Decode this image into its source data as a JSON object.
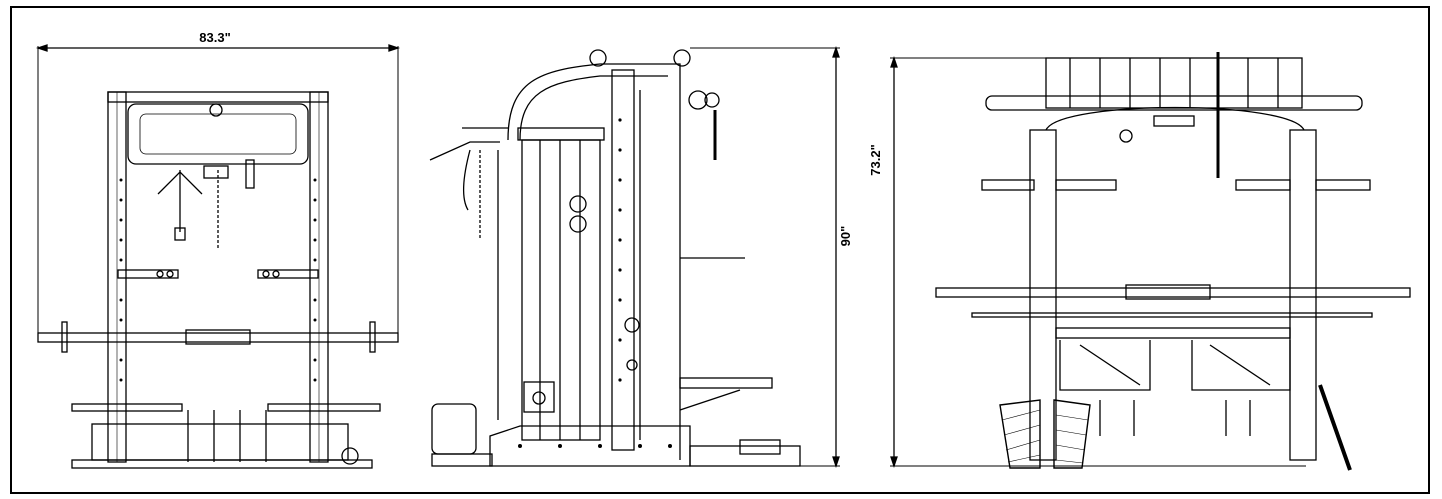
{
  "dimensions": {
    "width": "83.3\"",
    "height": "90\"",
    "depth": "73.2\""
  },
  "views": [
    "front-view",
    "side-view",
    "top-view"
  ],
  "colors": {
    "line": "#000000",
    "background": "#ffffff"
  }
}
